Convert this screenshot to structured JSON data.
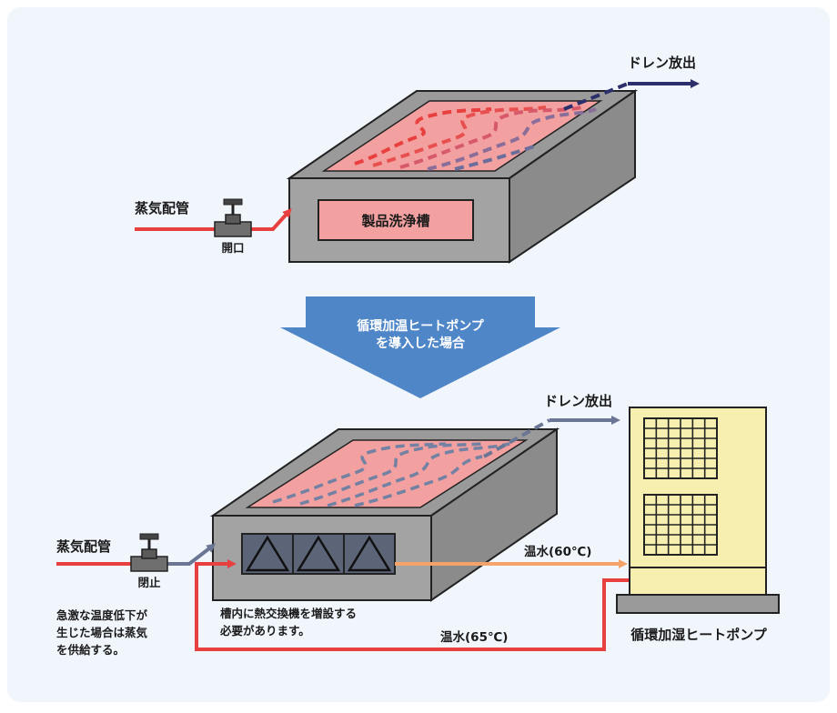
{
  "top": {
    "steam_label": "蒸気配管",
    "valve_label": "開口",
    "tank_label": "製品洗浄槽",
    "drain_label": "ドレン放出"
  },
  "arrow": {
    "line1": "循環加温ヒートポンプ",
    "line2": "を導入した場合"
  },
  "bottom": {
    "steam_label": "蒸気配管",
    "valve_label": "閉止",
    "note_left": [
      "急激な温度低下が",
      "生じた場合は蒸気",
      "を供給する。"
    ],
    "note_tank": [
      "槽内に熱交換機を増設する",
      "必要があります。"
    ],
    "warm_60": "温水(60℃)",
    "warm_65": "温水(65℃)",
    "drain_label": "ドレン放出",
    "heatpump_label": "循環加湿ヒートポンプ"
  },
  "colors": {
    "background": "#f1f6fc",
    "steam_red": "#e8403f",
    "drain_navy": "#2c2f6b",
    "warm_orange": "#f4a36a",
    "tank_gray": "#9a9a9a",
    "arrow_blue": "#4f86c8",
    "heatpump_yellow": "#f7efb0"
  }
}
